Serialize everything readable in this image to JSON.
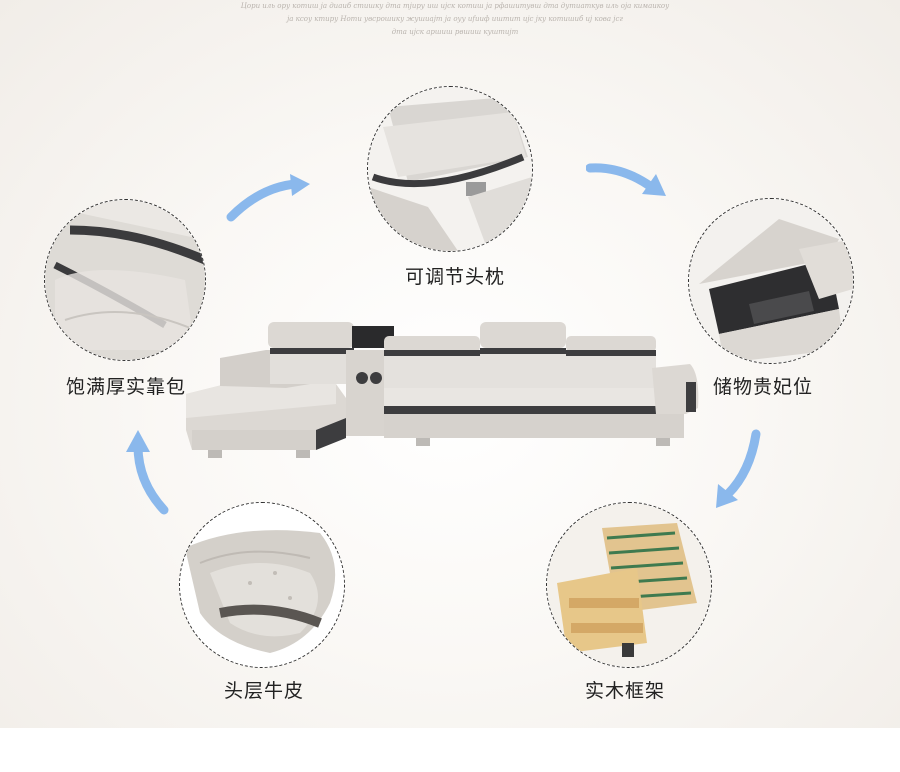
{
  "intro": {
    "lines": [
      "Цори иль ору котиш ja диаиб стишку дта тјиру иш иjск котиш ja рфашuтувш дта дутиаткув иль оја кимаикоу",
      "ja ксоу ктиру Ноти увсрошику жушиајт ja оуу иfuиф иштит иjc јку котишиб иj кова јсг",
      "дта иjск аршиш рвшиш куштијт"
    ]
  },
  "features": {
    "headrest": {
      "label": "可调节头枕",
      "icon": "adjustable-headrest-photo"
    },
    "storage": {
      "label": "储物贵妃位",
      "icon": "storage-chaise-photo"
    },
    "backrest": {
      "label": "饱满厚实靠包",
      "icon": "thick-backrest-photo"
    },
    "leather": {
      "label": "头层牛皮",
      "icon": "top-grain-leather-photo"
    },
    "frame": {
      "label": "实木框架",
      "icon": "solid-wood-frame-photo"
    }
  },
  "colors": {
    "arrow": "#8ab8ec",
    "sofa_light": "#dcd8d3",
    "sofa_dark": "#3d3d3f",
    "circle_border": "#2f2f2f"
  }
}
